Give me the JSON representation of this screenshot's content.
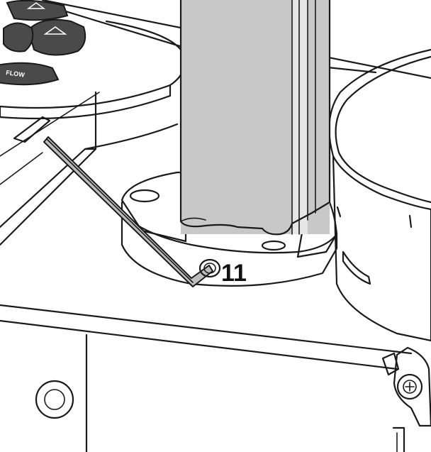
{
  "diagram": {
    "callout_number": "11",
    "button_label": "FLOW",
    "colors": {
      "ink": "#1a1a1a",
      "column_fill": "#c8c8c8",
      "column_highlight": "#e6e6e6",
      "panel_fill": "#ffffff",
      "button_fill": "#4a4a4a"
    },
    "parts": {
      "column": "vertical-column",
      "hex_key": "allen-key",
      "clamp_collar": "clamp-collar",
      "screw": "phillips-screw"
    }
  }
}
